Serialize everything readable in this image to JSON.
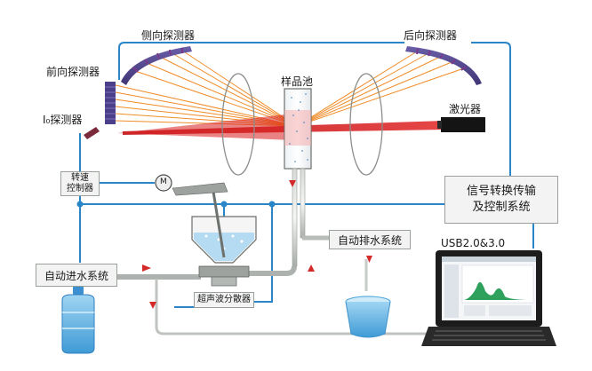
{
  "labels": {
    "side_detector": "侧向探测器",
    "back_detector": "后向探测器",
    "front_detector": "前向探测器",
    "sample_cell": "样品池",
    "laser": "激光器",
    "i0_detector": "I₀探测器",
    "speed_ctrl_line1": "转速",
    "speed_ctrl_line2": "控制器",
    "motor": "M",
    "auto_drain": "自动排水系统",
    "signal_line1": "信号转换传输",
    "signal_line2": "及控制系统",
    "usb": "USB2.0&3.0",
    "auto_inlet": "自动进水系统",
    "ultrasonic": "超声波分散器"
  },
  "colors": {
    "laser_red": "#d81e1e",
    "scatter_orange": "#f08c28",
    "wire_blue": "#2a86c8",
    "pipe_gray": "#b8bcb8",
    "flow_arrow": "#d42a2a",
    "water_blue": "#62b6e6"
  },
  "icons": [
    "water-bottle-icon",
    "bucket-icon",
    "laptop-icon",
    "motor-icon",
    "laser-device-icon"
  ]
}
